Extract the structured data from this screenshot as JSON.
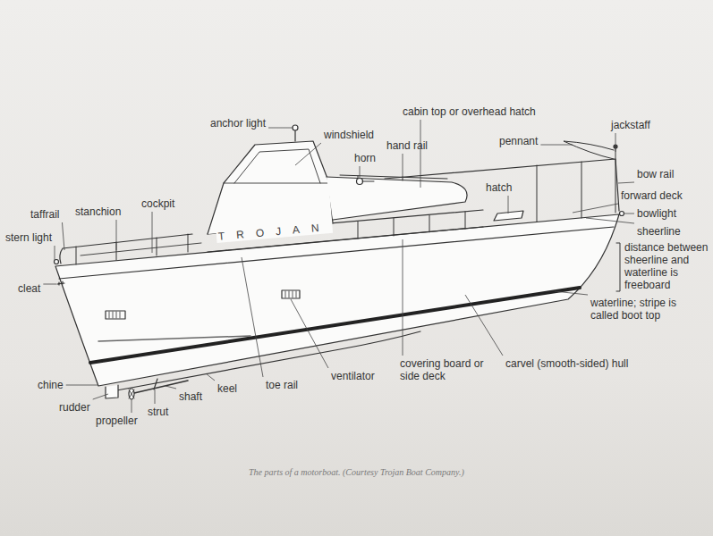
{
  "diagram": {
    "caption": "The parts of a motorboat. (Courtesy Trojan Boat Company.)",
    "labels": [
      "anchor light",
      "cabin top or overhead hatch",
      "windshield",
      "jackstaff",
      "hand rail",
      "pennant",
      "horn",
      "bow rail",
      "hatch",
      "forward deck",
      "taffrail",
      "stanchion",
      "cockpit",
      "bowlight",
      "stern light",
      "sheerline",
      "TROJAN",
      "distance between sheerline and waterline is freeboard",
      "cleat",
      "waterline; stripe is called boot top",
      "covering board or side deck",
      "carvel (smooth-sided) hull",
      "chine",
      "ventilator",
      "toe rail",
      "keel",
      "shaft",
      "rudder",
      "strut",
      "propeller"
    ]
  }
}
